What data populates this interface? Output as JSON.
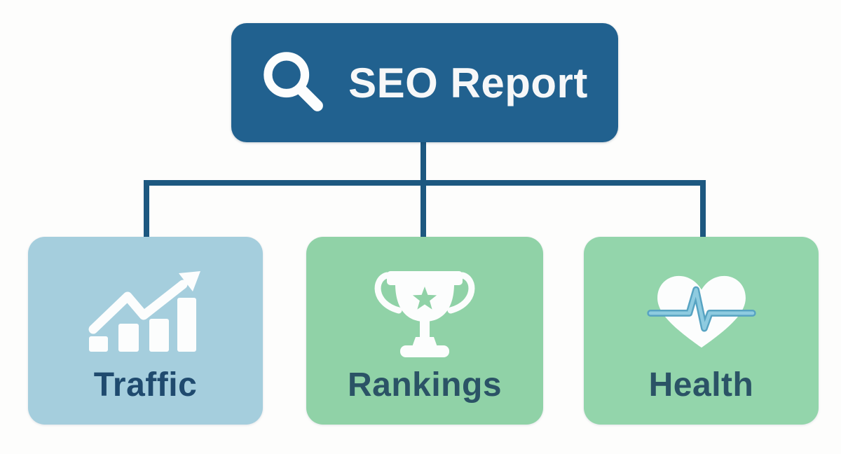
{
  "root": {
    "label": "SEO Report",
    "icon": "magnifier-icon"
  },
  "children": [
    {
      "label": "Traffic",
      "icon": "bar-chart-trend-icon"
    },
    {
      "label": "Rankings",
      "icon": "trophy-icon"
    },
    {
      "label": "Health",
      "icon": "heart-pulse-icon"
    }
  ],
  "colors": {
    "background": "#fdfdfc",
    "root_bg": "#21618f",
    "root_text": "#f6f7f8",
    "connector": "#1d5880",
    "traffic_bg": "#a5cedd",
    "rankings_bg": "#90d2a7",
    "health_bg": "#93d5ab",
    "traffic_text": "#1f4a6e",
    "rankings_text": "#2b5366",
    "health_text": "#2b5366",
    "icon_white": "#fcfdfd",
    "pulse_outline": "#57a3c2",
    "pulse_fill": "#8ecbe0"
  }
}
